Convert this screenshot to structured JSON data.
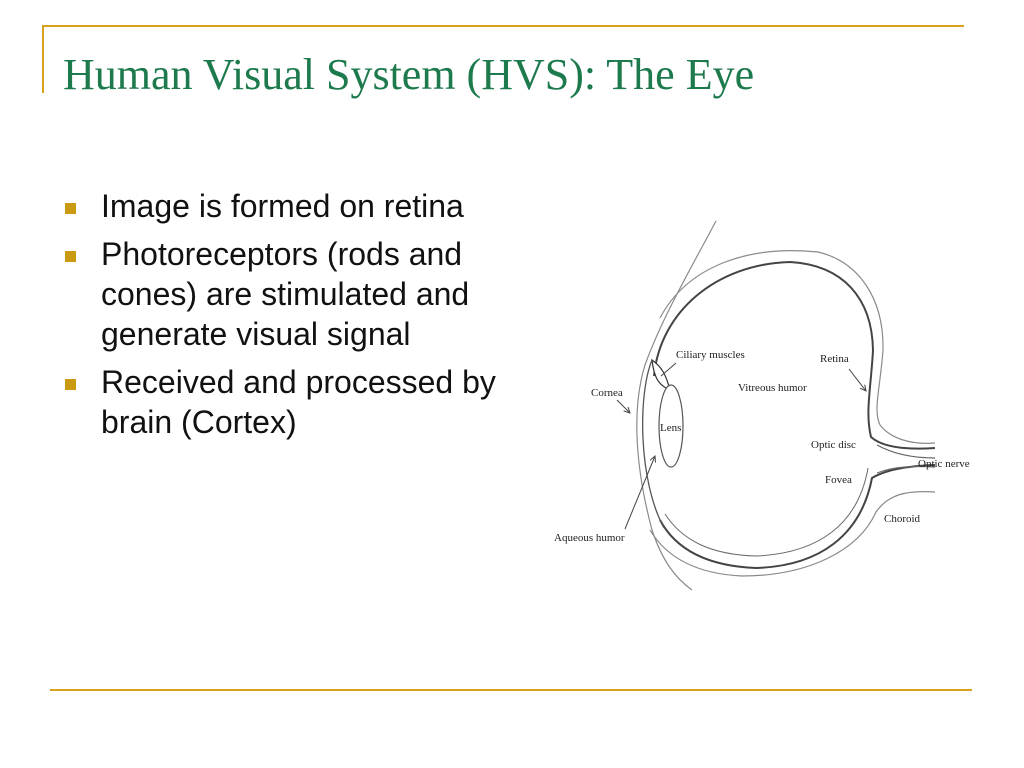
{
  "slide": {
    "title": "Human Visual System (HVS): The Eye",
    "bullets": [
      "Image is formed on retina",
      "Photoreceptors (rods and cones) are stimulated and generate visual signal",
      "Received and processed by brain (Cortex)"
    ]
  },
  "diagram": {
    "labels": {
      "ciliary_muscles": "Ciliary muscles",
      "retina": "Retina",
      "vitreous_humor": "Vitreous humor",
      "cornea": "Cornea",
      "lens": "Lens",
      "optic_disc": "Optic disc",
      "optic_nerve": "Optic nerve",
      "fovea": "Fovea",
      "choroid": "Choroid",
      "aqueous_humor": "Aqueous humor"
    }
  },
  "colors": {
    "title": "#1d7a4c",
    "accent": "#d9a21b",
    "bullet_marker": "#c99a12",
    "body_text": "#111111"
  }
}
